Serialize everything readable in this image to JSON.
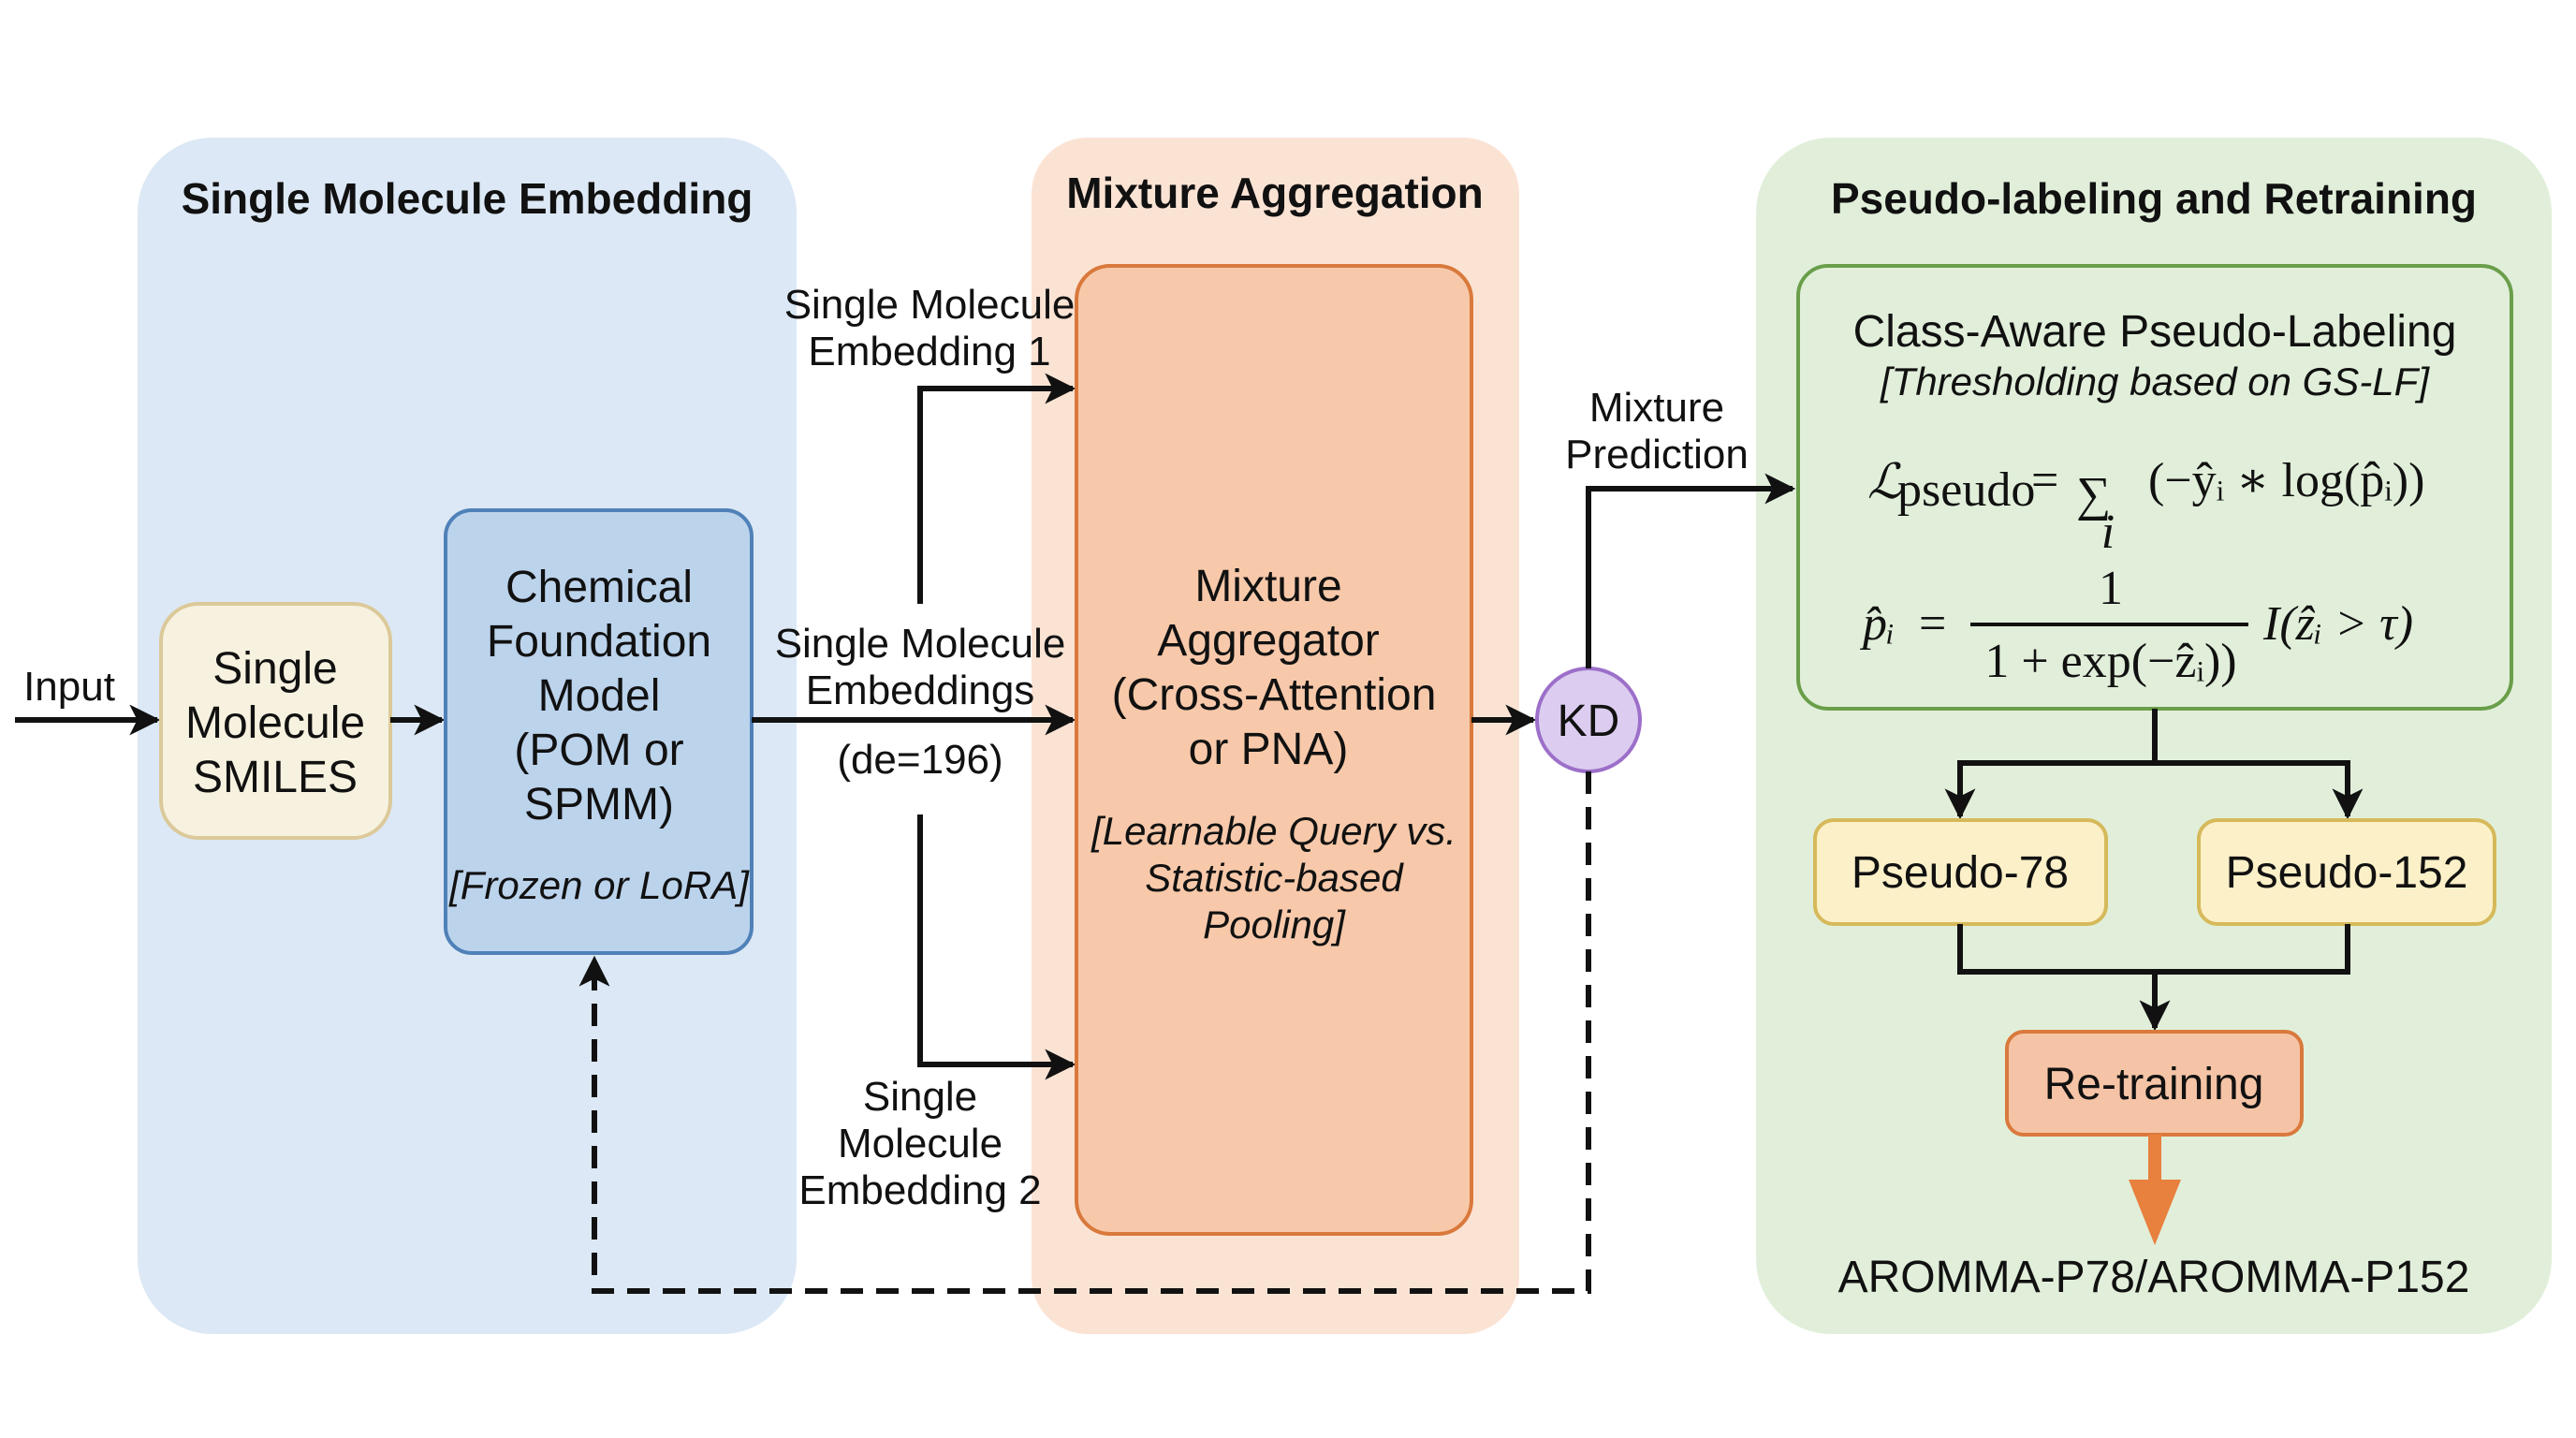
{
  "colors": {
    "panel_embedding": "#dce8f5",
    "panel_aggregation": "#fbe3d4",
    "panel_pseudo": "#e1efda",
    "smiles_fill": "#f7f2df",
    "smiles_border": "#dcc99a",
    "foundation_fill": "#bcd3ec",
    "foundation_border": "#4f81b8",
    "aggregator_fill": "#f7c9aa",
    "aggregator_border": "#d9793c",
    "kd_fill": "#dccdf0",
    "kd_border": "#9c6fc9",
    "classaware_border": "#6a9e4a",
    "pseudo_box_fill": "#fbf0c8",
    "pseudo_box_border": "#d6b95a",
    "retrain_fill": "#f5c4a6",
    "retrain_border": "#d9793c",
    "output_arrow": "#e8803e"
  },
  "panels": {
    "embedding": {
      "title": "Single Molecule Embedding"
    },
    "aggregation": {
      "title": "Mixture Aggregation"
    },
    "pseudo": {
      "title": "Pseudo-labeling and Retraining"
    }
  },
  "input_label": "Input",
  "smiles_box": {
    "lines": [
      "Single",
      "Molecule",
      "SMILES"
    ]
  },
  "foundation_box": {
    "lines": [
      "Chemical",
      "Foundation",
      "Model",
      "(POM or",
      "SPMM)"
    ],
    "note": "[Frozen or LoRA]"
  },
  "edge_labels": {
    "embedding_1": [
      "Single Molecule",
      "Embedding 1"
    ],
    "embeddings": [
      "Single Molecule",
      "Embeddings"
    ],
    "dim": "(de=196)",
    "embedding_2": [
      "Single",
      "Molecule",
      "Embedding 2"
    ],
    "mixture_prediction": [
      "Mixture",
      "Prediction"
    ]
  },
  "aggregator_box": {
    "lines": [
      "Mixture",
      "Aggregator",
      "(Cross-Attention",
      "or PNA)"
    ],
    "note": [
      "[Learnable Query vs.",
      "Statistic-based",
      "Pooling]"
    ]
  },
  "kd_node": {
    "label": "KD"
  },
  "class_aware_box": {
    "title": "Class-Aware Pseudo-Labeling",
    "subtitle": "[Thresholding based on GS-LF]",
    "loss_formula": {
      "lhs": "ℒ",
      "lhs_sub": "pseudo",
      "eq": "=",
      "sum": "∑",
      "sum_index": "i",
      "body": "(−ŷᵢ ∗ log(p̂ᵢ))"
    },
    "prob_formula": {
      "lhs": "p̂ᵢ",
      "eq": "=",
      "numerator": "1",
      "denominator": "1 + exp(−ẑᵢ))",
      "indicator": "I(ẑᵢ > τ)"
    }
  },
  "pseudo_boxes": [
    "Pseudo-78",
    "Pseudo-152"
  ],
  "retrain_box": {
    "label": "Re-training"
  },
  "output_label": "AROMMA-P78/AROMMA-P152"
}
